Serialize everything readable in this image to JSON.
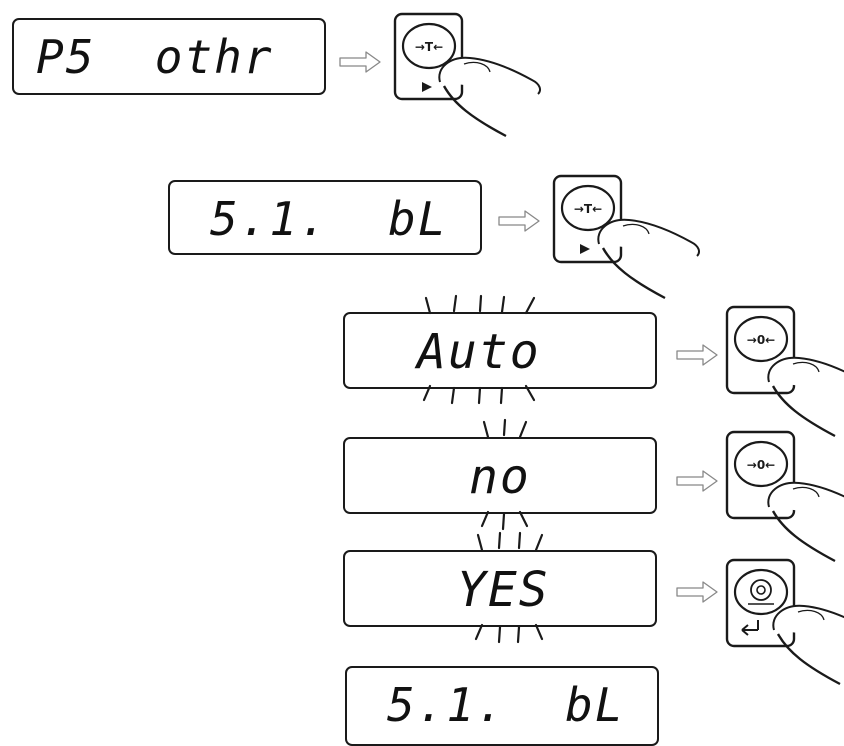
{
  "steps": [
    {
      "display": "P5  othr",
      "blinking": false,
      "key": {
        "type": "tare",
        "label": "→T←"
      }
    },
    {
      "display": "5.1.  bL",
      "blinking": false,
      "key": {
        "type": "tare",
        "label": "→T←"
      }
    },
    {
      "display": "Auto",
      "blinking": true,
      "key": {
        "type": "zero",
        "label": "→0←"
      }
    },
    {
      "display": "no",
      "blinking": true,
      "key": {
        "type": "zero",
        "label": "→0←"
      }
    },
    {
      "display": "YES",
      "blinking": true,
      "key": {
        "type": "enter",
        "label": ""
      }
    },
    {
      "display": "5.1.  bL",
      "blinking": false,
      "key": null
    }
  ],
  "colors": {
    "stroke": "#1a1a1a",
    "arrow": "#888888"
  }
}
